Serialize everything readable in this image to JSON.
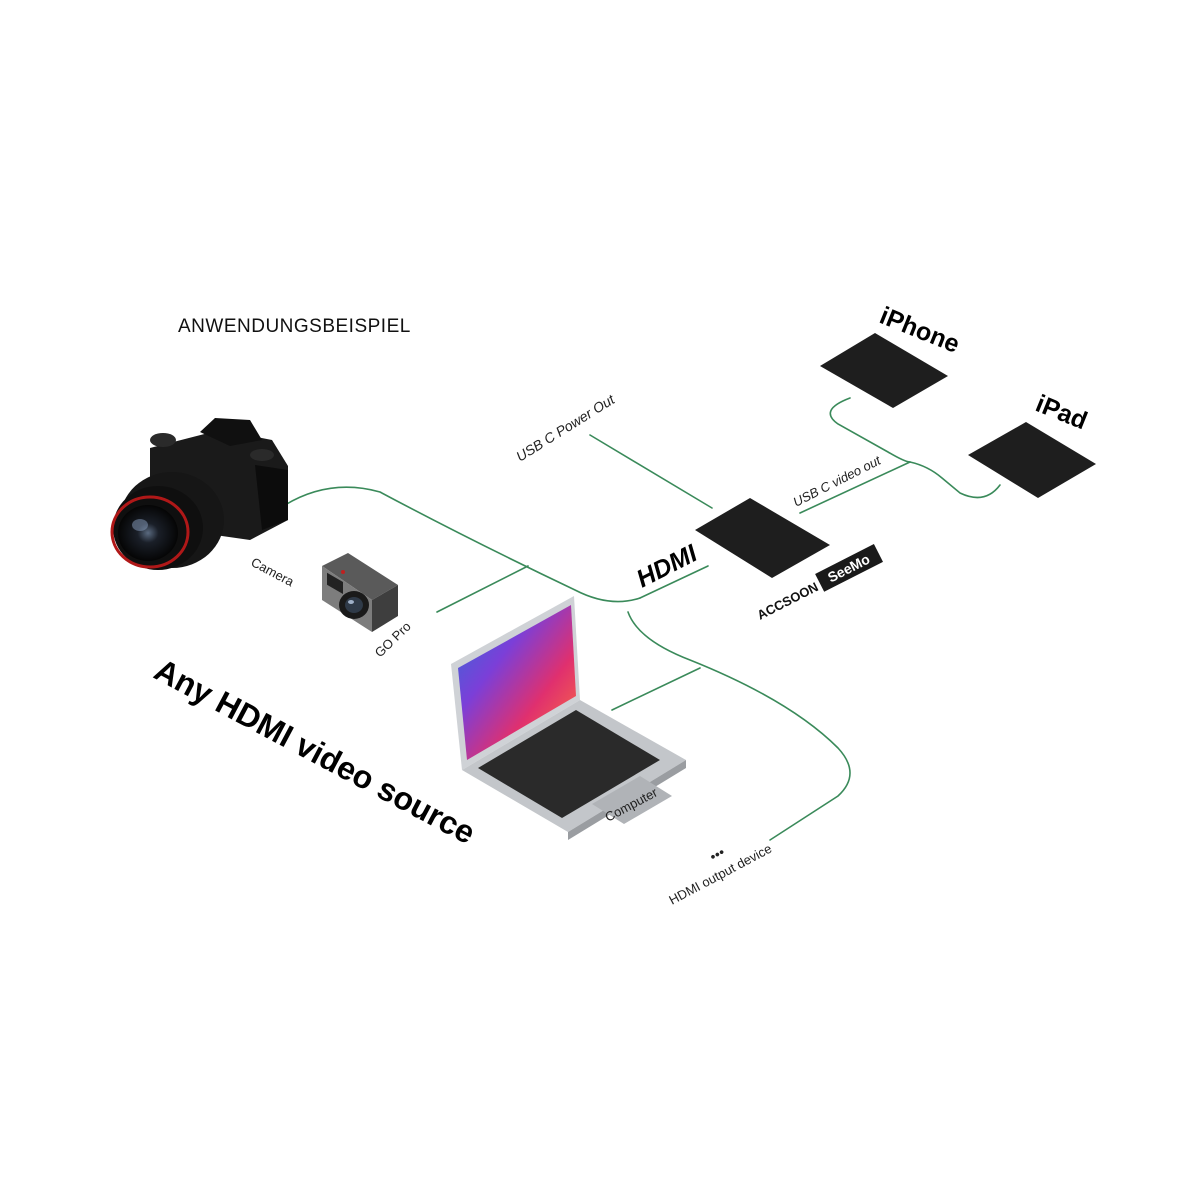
{
  "title": "ANWENDUNGSBEISPIEL",
  "headline": "Any HDMI video source",
  "sources": {
    "camera": "Camera",
    "gopro": "GO Pro",
    "computer": "Computer",
    "other": "HDMI output device",
    "other_dots": "•••"
  },
  "hub": {
    "input_label": "HDMI",
    "power_label": "USB C Power Out",
    "output_label": "USB C video out",
    "brand": "ACCSOON",
    "product": "SeeMo"
  },
  "targets": {
    "iphone": "iPhone",
    "ipad": "iPad"
  },
  "colors": {
    "connector": "#3a8a5a",
    "device_fill": "#1e1e1e",
    "background": "#ffffff"
  }
}
